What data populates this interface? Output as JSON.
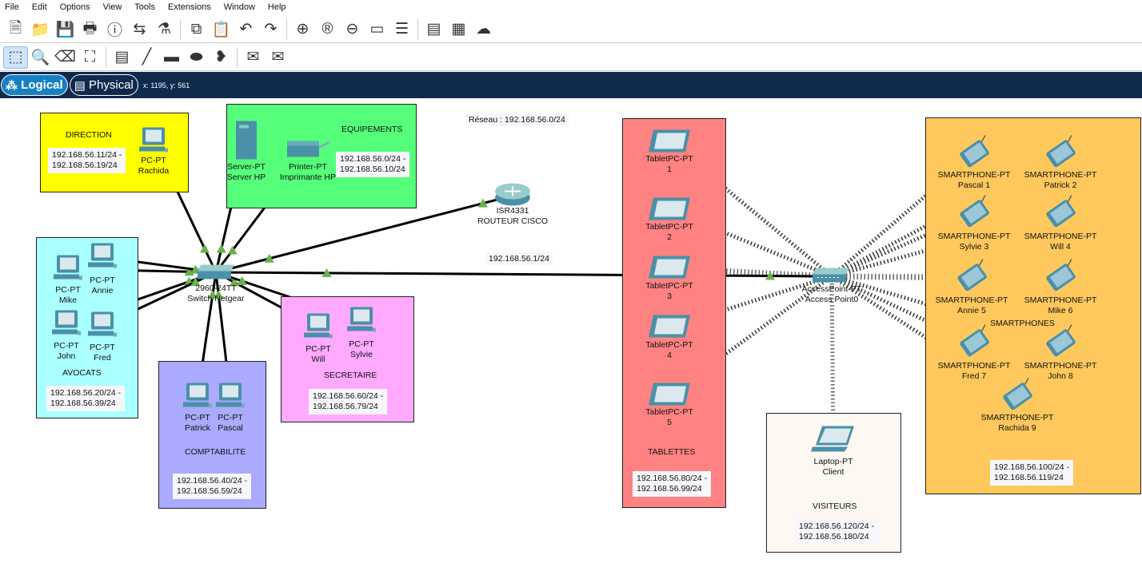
{
  "menu": [
    "File",
    "Edit",
    "Options",
    "View",
    "Tools",
    "Extensions",
    "Window",
    "Help"
  ],
  "toolbar1": [
    {
      "name": "new-file-icon",
      "g": "🗎"
    },
    {
      "name": "open-folder-icon",
      "g": "📁"
    },
    {
      "name": "save-icon",
      "g": "💾"
    },
    {
      "name": "print-icon",
      "g": "🖶"
    },
    {
      "name": "info-icon",
      "g": "ⓘ"
    },
    {
      "name": "activity-wizard-icon",
      "g": "⇆"
    },
    {
      "name": "custom-device-icon",
      "g": "⚗"
    },
    "sep",
    {
      "name": "copy-icon",
      "g": "⧉"
    },
    {
      "name": "paste-icon",
      "g": "📋"
    },
    {
      "name": "undo-icon",
      "g": "↶"
    },
    {
      "name": "redo-icon",
      "g": "↷"
    },
    "sep",
    {
      "name": "zoom-in-icon",
      "g": "⊕"
    },
    {
      "name": "zoom-reset-icon",
      "g": "®"
    },
    {
      "name": "zoom-out-icon",
      "g": "⊖"
    },
    {
      "name": "window-icon",
      "g": "▭"
    },
    {
      "name": "palette-icon",
      "g": "☰"
    },
    "sep",
    {
      "name": "notes-icon",
      "g": "▤"
    },
    {
      "name": "device-template-icon",
      "g": "▦"
    },
    {
      "name": "cloud-view-icon",
      "g": "☁"
    }
  ],
  "toolbar2": [
    {
      "name": "select-icon",
      "g": "⬚",
      "sel": true
    },
    {
      "name": "inspect-icon",
      "g": "🔍"
    },
    {
      "name": "delete-icon",
      "g": "⌫"
    },
    {
      "name": "resize-icon",
      "g": "⛶"
    },
    "sep",
    {
      "name": "note-icon",
      "g": "▤"
    },
    {
      "name": "draw-line-icon",
      "g": "╱"
    },
    {
      "name": "rectangle-icon",
      "g": "▬"
    },
    {
      "name": "ellipse-icon",
      "g": "⬬"
    },
    {
      "name": "freeform-icon",
      "g": "❥"
    },
    "sep",
    {
      "name": "simple-pdu-icon",
      "g": "✉"
    },
    {
      "name": "complex-pdu-icon",
      "g": "✉"
    }
  ],
  "modes": {
    "logical": "Logical",
    "physical": "Physical",
    "coords": "x: 1195, y: 561"
  },
  "zones": [
    {
      "id": "direction",
      "label": "DIRECTION",
      "ip": [
        "192.168.56.11/24 -",
        "192.168.56.19/24"
      ],
      "color": "#ffff00"
    },
    {
      "id": "equipements",
      "label": "EQUIPEMENTS",
      "ip": [
        "192.168.56.0/24 -",
        "192.168.56.10/24"
      ],
      "color": "#55ff7a"
    },
    {
      "id": "avocats",
      "label": "AVOCATS",
      "ip": [
        "192.168.56.20/24 -",
        "192.168.56.39/24"
      ],
      "color": "#aaffff"
    },
    {
      "id": "comptabilite",
      "label": "COMPTABILITE",
      "ip": [
        "192.168.56.40/24 -",
        "192.168.56.59/24"
      ],
      "color": "#aaaaff"
    },
    {
      "id": "secretaire",
      "label": "SECRETAIRE",
      "ip": [
        "192.168.56.60/24 -",
        "192.168.56.79/24"
      ],
      "color": "#ffaaff"
    },
    {
      "id": "tablettes",
      "label": "TABLETTES",
      "ip": [
        "192.168.56.80/24 -",
        "192.168.56.99/24"
      ],
      "color": "#ff8282"
    },
    {
      "id": "visiteurs",
      "label": "VISITEURS",
      "ip": [
        "192.168.56.120/24 -",
        "192.168.56.180/24"
      ],
      "color": "#fdf8f2"
    },
    {
      "id": "smartphones",
      "label": "SMARTPHONES",
      "ip": [
        "192.168.56.100/24 -",
        "192.168.56.119/24"
      ],
      "color": "#ffc85c"
    }
  ],
  "notes": {
    "network": "Réseau : 192.168.56.0/24",
    "gateway": "192.168.56.1/24"
  },
  "devices": [
    {
      "id": "rachida",
      "type": "pc",
      "model": "PC-PT",
      "name": "Rachida"
    },
    {
      "id": "server",
      "type": "server",
      "model": "Server-PT",
      "name": "Server HP"
    },
    {
      "id": "printer",
      "type": "printer",
      "model": "Printer-PT",
      "name": "Imprimante HP"
    },
    {
      "id": "router",
      "type": "router",
      "model": "ISR4331",
      "name": "ROUTEUR CISCO"
    },
    {
      "id": "switch",
      "type": "switch",
      "model": "2960-24TT",
      "name": "Switch Netgear"
    },
    {
      "id": "mike",
      "type": "pc",
      "model": "PC-PT",
      "name": "Mike"
    },
    {
      "id": "annie",
      "type": "pc",
      "model": "PC-PT",
      "name": "Annie"
    },
    {
      "id": "john",
      "type": "pc",
      "model": "PC-PT",
      "name": "John"
    },
    {
      "id": "fred",
      "type": "pc",
      "model": "PC-PT",
      "name": "Fred"
    },
    {
      "id": "will",
      "type": "pc",
      "model": "PC-PT",
      "name": "Will"
    },
    {
      "id": "sylvie",
      "type": "pc",
      "model": "PC-PT",
      "name": "Sylvie"
    },
    {
      "id": "patrick",
      "type": "pc",
      "model": "PC-PT",
      "name": "Patrick"
    },
    {
      "id": "pascal",
      "type": "pc",
      "model": "PC-PT",
      "name": "Pascal"
    },
    {
      "id": "t1",
      "type": "tablet",
      "model": "TabletPC-PT",
      "name": "1"
    },
    {
      "id": "t2",
      "type": "tablet",
      "model": "TabletPC-PT",
      "name": "2"
    },
    {
      "id": "t3",
      "type": "tablet",
      "model": "TabletPC-PT",
      "name": "3"
    },
    {
      "id": "t4",
      "type": "tablet",
      "model": "TabletPC-PT",
      "name": "4"
    },
    {
      "id": "t5",
      "type": "tablet",
      "model": "TabletPC-PT",
      "name": "5"
    },
    {
      "id": "ap",
      "type": "ap",
      "model": "AccessPoint-PT",
      "name": "Access Point0"
    },
    {
      "id": "laptop",
      "type": "laptop",
      "model": "Laptop-PT",
      "name": "Client"
    },
    {
      "id": "s1",
      "type": "phone",
      "model": "SMARTPHONE-PT",
      "name": "Pascal 1"
    },
    {
      "id": "s2",
      "type": "phone",
      "model": "SMARTPHONE-PT",
      "name": "Patrick 2"
    },
    {
      "id": "s3",
      "type": "phone",
      "model": "SMARTPHONE-PT",
      "name": "Sylvie 3"
    },
    {
      "id": "s4",
      "type": "phone",
      "model": "SMARTPHONE-PT",
      "name": "Will 4"
    },
    {
      "id": "s5",
      "type": "phone",
      "model": "SMARTPHONE-PT",
      "name": "Annie 5"
    },
    {
      "id": "s6",
      "type": "phone",
      "model": "SMARTPHONE-PT",
      "name": "Mike 6"
    },
    {
      "id": "s7",
      "type": "phone",
      "model": "SMARTPHONE-PT",
      "name": "Fred 7"
    },
    {
      "id": "s8",
      "type": "phone",
      "model": "SMARTPHONE-PT",
      "name": "John 8"
    },
    {
      "id": "s9",
      "type": "phone",
      "model": "SMARTPHONE-PT",
      "name": "Rachida 9"
    }
  ],
  "links": {
    "wired": [
      [
        "switch",
        "rachida"
      ],
      [
        "switch",
        "server"
      ],
      [
        "switch",
        "printer"
      ],
      [
        "switch",
        "router"
      ],
      [
        "switch",
        "mike"
      ],
      [
        "switch",
        "annie"
      ],
      [
        "switch",
        "john"
      ],
      [
        "switch",
        "fred"
      ],
      [
        "switch",
        "will"
      ],
      [
        "switch",
        "sylvie"
      ],
      [
        "switch",
        "patrick"
      ],
      [
        "switch",
        "pascal"
      ],
      [
        "switch",
        "ap"
      ]
    ],
    "wireless": [
      [
        "ap",
        "t1"
      ],
      [
        "ap",
        "t2"
      ],
      [
        "ap",
        "t3"
      ],
      [
        "ap",
        "t4"
      ],
      [
        "ap",
        "t5"
      ],
      [
        "ap",
        "laptop"
      ],
      [
        "ap",
        "s1"
      ],
      [
        "ap",
        "s2"
      ],
      [
        "ap",
        "s3"
      ],
      [
        "ap",
        "s4"
      ],
      [
        "ap",
        "s5"
      ],
      [
        "ap",
        "s6"
      ],
      [
        "ap",
        "s7"
      ],
      [
        "ap",
        "s8"
      ],
      [
        "ap",
        "s9"
      ]
    ]
  },
  "colors": {
    "link_up": "#6ab04c",
    "wired": "#000000",
    "wireless": "#333333",
    "device": "#4a90a8",
    "modebar": "#0f2a4d"
  }
}
